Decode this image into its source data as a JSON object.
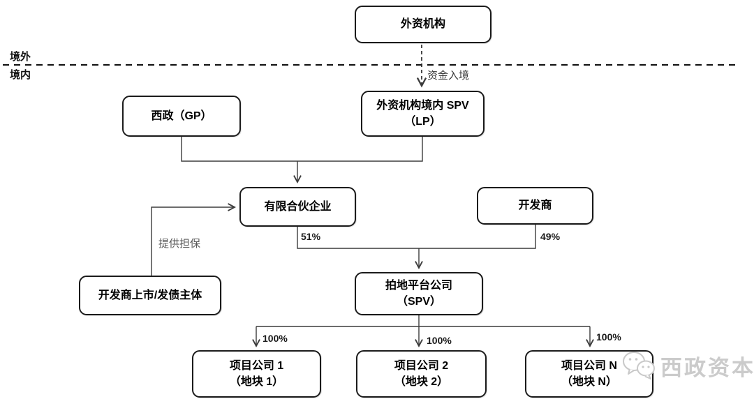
{
  "regions": {
    "outside": "境外",
    "inside": "境内"
  },
  "nodes": {
    "foreign_institution": {
      "line1": "外资机构"
    },
    "xizheng_gp": {
      "line1": "西政（GP）"
    },
    "foreign_spv": {
      "line1": "外资机构境内 SPV",
      "line2": "（LP）"
    },
    "limited_partnership": {
      "line1": "有限合伙企业"
    },
    "developer": {
      "line1": "开发商"
    },
    "developer_entity": {
      "line1": "开发商上市/发债主体"
    },
    "land_platform": {
      "line1": "拍地平台公司",
      "line2": "（SPV）"
    },
    "project_1": {
      "line1": "项目公司 1",
      "line2": "（地块 1）"
    },
    "project_2": {
      "line1": "项目公司 2",
      "line2": "（地块 2）"
    },
    "project_n": {
      "line1": "项目公司 N",
      "line2": "（地块 N）"
    }
  },
  "edges": {
    "capital_entry": "资金入境",
    "guarantee": "提供担保",
    "lp_share": "51%",
    "developer_share": "49%",
    "p1_share": "100%",
    "p2_share": "100%",
    "pn_share": "100%"
  },
  "watermark": {
    "brand": "西政资本"
  },
  "colors": {
    "box_border": "#1b1b1b",
    "connector": "#3c3c3c",
    "boundary": "#141414",
    "muted_label": "#595959",
    "watermark": "#cbcbcb"
  }
}
